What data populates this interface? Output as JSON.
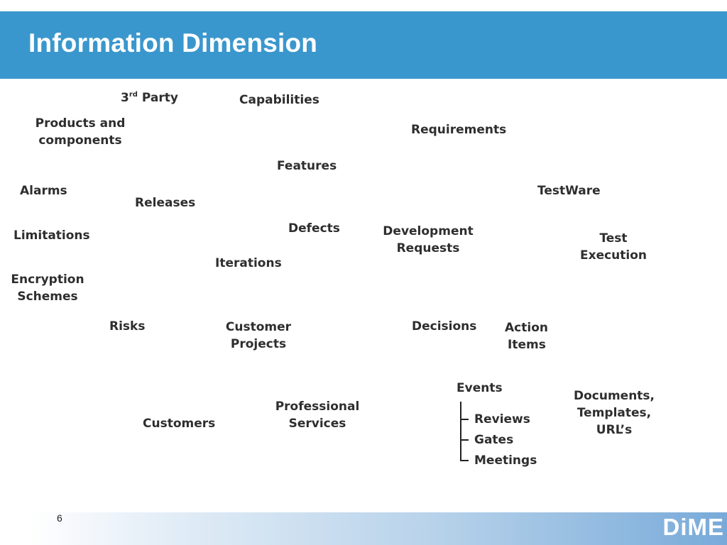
{
  "slide": {
    "title": "Information Dimension",
    "page_number": "6",
    "logo_text": "DiME"
  },
  "terms": {
    "third_party_base": "3",
    "third_party_sup": "rd",
    "third_party_rest": " Party",
    "capabilities": "Capabilities",
    "products_line1": "Products and",
    "products_line2": "components",
    "requirements": "Requirements",
    "features": "Features",
    "alarms": "Alarms",
    "testware": "TestWare",
    "releases": "Releases",
    "defects": "Defects",
    "dev_requests_line1": "Development",
    "dev_requests_line2": "Requests",
    "limitations": "Limitations",
    "test_execution_line1": "Test",
    "test_execution_line2": "Execution",
    "iterations": "Iterations",
    "encryption_line1": "Encryption",
    "encryption_line2": "Schemes",
    "risks": "Risks",
    "customer_projects_line1": "Customer",
    "customer_projects_line2": "Projects",
    "decisions": "Decisions",
    "action_items_line1": "Action",
    "action_items_line2": "Items",
    "events": "Events",
    "reviews": "Reviews",
    "gates": "Gates",
    "meetings": "Meetings",
    "documents_line1": "Documents,",
    "documents_line2": "Templates,",
    "documents_line3": "URL’s",
    "professional_line1": "Professional",
    "professional_line2": "Services",
    "customers": "Customers"
  },
  "colors": {
    "header_bg": "#3a97cd",
    "text": "#2e2e2e"
  }
}
